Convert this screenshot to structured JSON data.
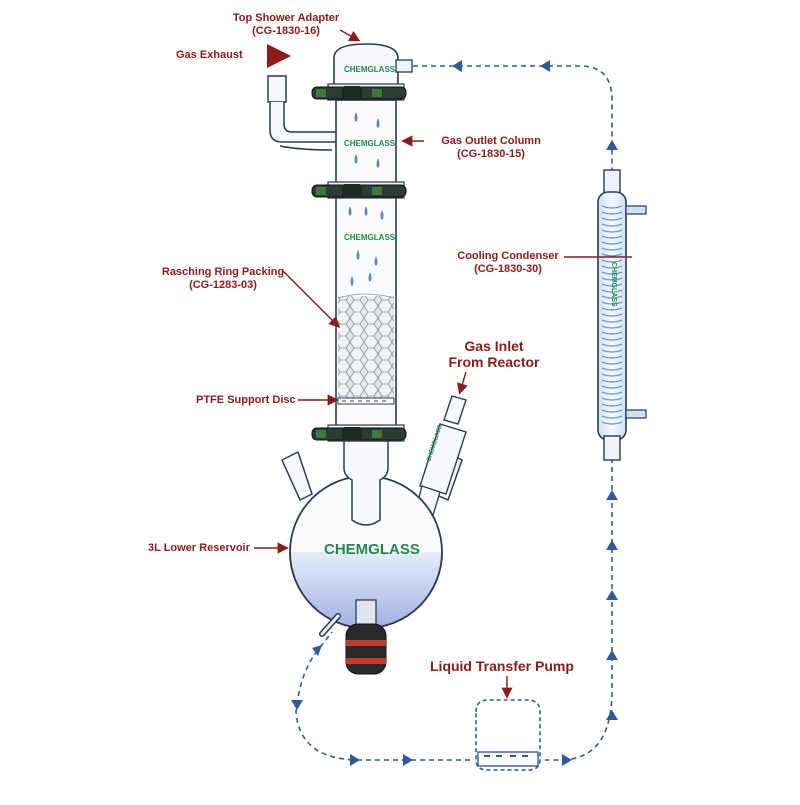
{
  "labels": {
    "top_shower_name": "Top Shower Adapter",
    "top_shower_code": "(CG-1830-16)",
    "gas_exhaust": "Gas Exhaust",
    "gas_outlet_name": "Gas Outlet Column",
    "gas_outlet_code": "(CG-1830-15)",
    "cooling_name": "Cooling Condenser",
    "cooling_code": "(CG-1830-30)",
    "rasching_name": "Rasching Ring Packing",
    "rasching_code": "(CG-1283-03)",
    "gas_inlet_line1": "Gas Inlet",
    "gas_inlet_line2": "From Reactor",
    "ptfe": "PTFE Support Disc",
    "reservoir": "3L Lower Reservoir",
    "pump": "Liquid Transfer Pump"
  },
  "brand": {
    "logo_text": "CHEMGLASS"
  },
  "colors": {
    "label": "#8b1a1a",
    "flow_line": "#2d5b9a",
    "brand": "#1d8a4a",
    "liquid": "#b8c7ea"
  }
}
